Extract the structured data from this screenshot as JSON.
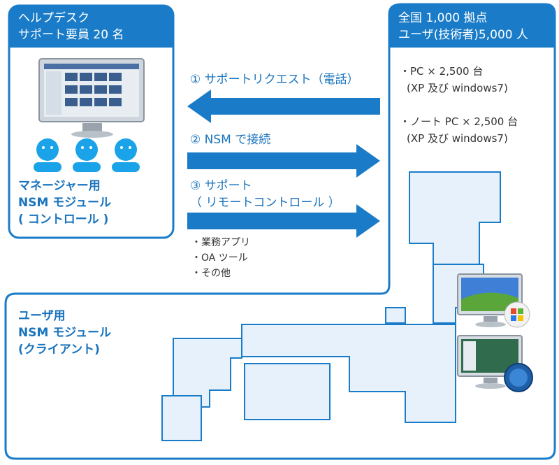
{
  "helpdesk": {
    "title_line1": "ヘルプデスク",
    "title_line2": "サポート要員 20 名",
    "module_line1": "マネージャー用",
    "module_line2": "NSM モジュール",
    "module_line3": "( コントロール )"
  },
  "sites": {
    "title_line1": "全国 1,000 拠点",
    "title_line2": "ユーザ(技術者)5,000 人",
    "pc_line1": "・PC × 2,500 台",
    "pc_line2": "(XP 及び windows7)",
    "note_line1": "・ノート PC × 2,500 台",
    "note_line2": "(XP 及び windows7)"
  },
  "steps": {
    "step1": "① サポートリクエスト（電話）",
    "step2": "② NSM で接続",
    "step3_line1": "③ サポート",
    "step3_line2": "（ リモートコントロール ）",
    "apps": [
      "・業務アプリ",
      "・OA ツール",
      "・その他"
    ]
  },
  "user_module": {
    "line1": "ユーザ用",
    "line2": "NSM モジュール",
    "line3": "(クライアント)"
  },
  "colors": {
    "brand_blue": "#1a7cc8",
    "map_fill": "#e6f1fb"
  }
}
